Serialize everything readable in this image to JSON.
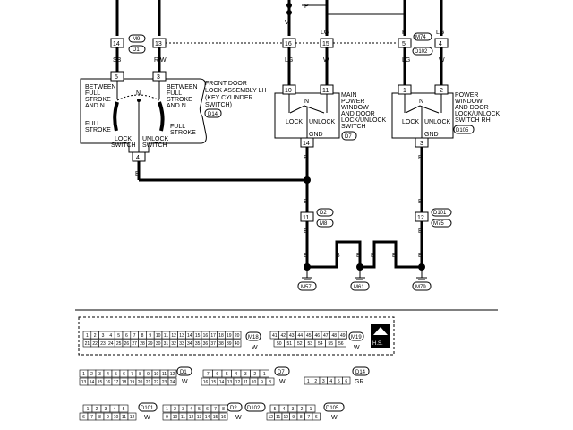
{
  "top_connectors": {
    "pins": [
      "14",
      "13",
      "16",
      "15",
      "5",
      "4"
    ],
    "ids": [
      "M9",
      "D1",
      "M74",
      "D102"
    ]
  },
  "signals": {
    "p_top": "P"
  },
  "wire_colors": {
    "sb": "SB",
    "rw": "R/W",
    "v": "V",
    "lg_a": "LG",
    "lg_b": "LG",
    "w_a": "W",
    "w_b": "W",
    "p_b": "P",
    "lg_c": "LG",
    "w_c": "W",
    "b1": "B",
    "b2": "B",
    "b3": "B",
    "b4": "B",
    "b5": "B",
    "b6": "B",
    "b7": "B",
    "b8": "B",
    "b9": "B",
    "b10": "B",
    "b11": "B",
    "b12": "B",
    "b13": "B",
    "b14": "B"
  },
  "lh_switch": {
    "pins": [
      "5",
      "3",
      "4"
    ],
    "title": [
      "FRONT DOOR",
      "LOCK ASSEMBLY LH",
      "(KEY CYLINDER",
      "SWITCH)"
    ],
    "id": "D14",
    "left_text": [
      "BETWEEN",
      "FULL",
      "STROKE",
      "AND N"
    ],
    "right_text": [
      "BETWEEN",
      "FULL",
      "STROKE",
      "AND N"
    ],
    "n": "N",
    "full_left": [
      "FULL",
      "STROKE"
    ],
    "full_right": [
      "FULL",
      "STROKE"
    ],
    "lock": [
      "LOCK",
      "SWITCH"
    ],
    "unlock": [
      "UNLOCK",
      "SWITCH"
    ]
  },
  "main_switch": {
    "pins": [
      "10",
      "11",
      "14"
    ],
    "n": "N",
    "lock": "LOCK",
    "unlock": "UNLOCK",
    "gnd": "GND",
    "title": [
      "MAIN",
      "POWER",
      "WINDOW",
      "AND DOOR",
      "LOCK/UNLOCK",
      "SWITCH"
    ],
    "id": "D7"
  },
  "rh_switch": {
    "pins": [
      "1",
      "2",
      "3"
    ],
    "n": "N",
    "lock": "LOCK",
    "unlock": "UNLOCK",
    "gnd": "GND",
    "title": [
      "POWER",
      "WINDOW",
      "AND DOOR",
      "LOCK/UNLOCK",
      "SWITCH RH"
    ],
    "id": "D105"
  },
  "inline_left": {
    "pin": "11",
    "ids": [
      "D2",
      "M8"
    ]
  },
  "inline_right": {
    "pin": "12",
    "ids": [
      "D101",
      "M75"
    ]
  },
  "grounds": [
    "M57",
    "M61",
    "M79"
  ],
  "legend": {
    "m18": {
      "row1": [
        "1",
        "2",
        "3",
        "4",
        "5",
        "6",
        "7",
        "8",
        "9",
        "10",
        "11",
        "12",
        "13",
        "14",
        "15",
        "16",
        "17",
        "18",
        "19",
        "20"
      ],
      "row2": [
        "21",
        "22",
        "23",
        "24",
        "25",
        "26",
        "27",
        "28",
        "29",
        "30",
        "31",
        "32",
        "33",
        "34",
        "35",
        "36",
        "37",
        "38",
        "39",
        "40"
      ],
      "id": "M18",
      "color": "W"
    },
    "m19": {
      "row1": [
        "41",
        "42",
        "43",
        "44",
        "45",
        "46",
        "47",
        "48",
        "49"
      ],
      "row2": [
        "50",
        "51",
        "52",
        "53",
        "54",
        "55",
        "56"
      ],
      "id": "M19",
      "color": "W"
    },
    "hs": "H.S.",
    "d1": {
      "row1": [
        "1",
        "2",
        "3",
        "4",
        "5",
        "6",
        "7",
        "8",
        "9",
        "10",
        "11",
        "12"
      ],
      "row2": [
        "13",
        "14",
        "15",
        "16",
        "17",
        "18",
        "19",
        "20",
        "21",
        "22",
        "23",
        "24"
      ],
      "id": "D1",
      "color": "W"
    },
    "d7": {
      "row1": [
        "7",
        "6",
        "5",
        "4",
        "3",
        "2",
        "1"
      ],
      "row2": [
        "16",
        "15",
        "14",
        "13",
        "12",
        "11",
        "10",
        "9",
        "8"
      ],
      "id": "D7",
      "color": "W"
    },
    "d14": {
      "row": [
        "1",
        "2",
        "3",
        "4",
        "5",
        "6"
      ],
      "id": "D14",
      "color": "GR"
    },
    "d101": {
      "row1": [
        "1",
        "2",
        "3",
        "4",
        "5"
      ],
      "row2": [
        "6",
        "7",
        "8",
        "9",
        "10",
        "11",
        "12"
      ],
      "id": "D101",
      "color": "W"
    },
    "d2": {
      "row1": [
        "1",
        "2",
        "3",
        "4",
        "5",
        "6",
        "7",
        "8"
      ],
      "row2": [
        "9",
        "10",
        "11",
        "12",
        "13",
        "14",
        "15",
        "16"
      ],
      "id": "D2",
      "color": "W"
    },
    "d102": {
      "id": "D102",
      "color": "W"
    },
    "d105": {
      "row1": [
        "5",
        "4",
        "3",
        "2",
        "1"
      ],
      "row2": [
        "12",
        "11",
        "10",
        "9",
        "8",
        "7",
        "6"
      ],
      "id": "D105",
      "color": "W"
    }
  }
}
